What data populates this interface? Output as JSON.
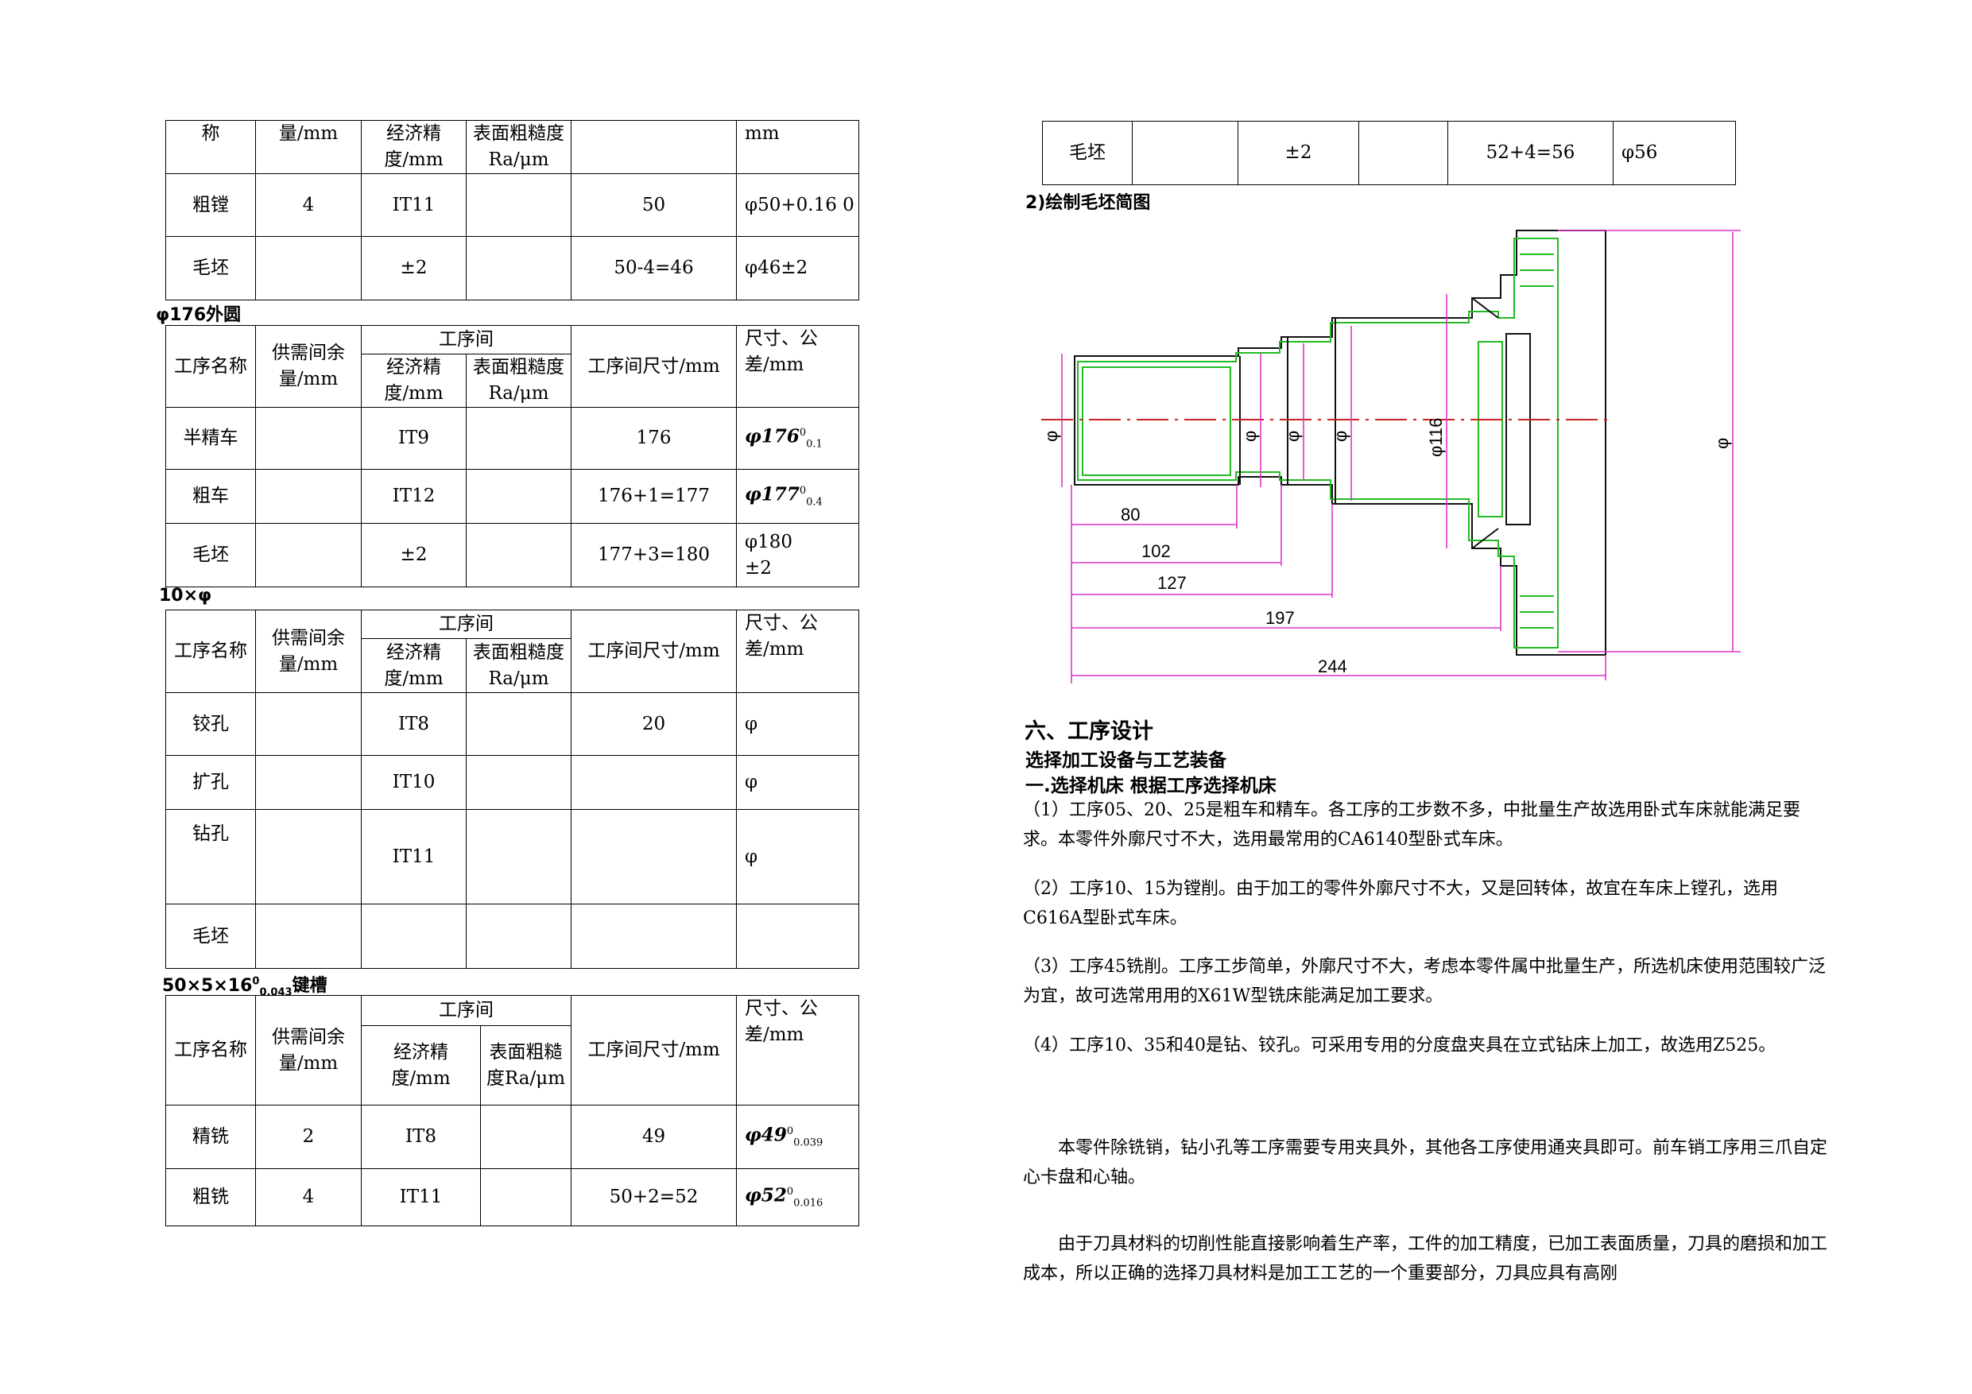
{
  "t1": {
    "header": [
      "称",
      "量/mm",
      "经济精度/mm",
      "表面粗糙度Ra/μm",
      "",
      "mm"
    ],
    "rows": [
      [
        "粗镗",
        "4",
        "IT11",
        "",
        "50",
        "φ50+0.16 0"
      ],
      [
        "毛坯",
        "",
        "±2",
        "",
        "50-4=46",
        "φ46±2"
      ]
    ]
  },
  "t2": {
    "title": "φ176外圆",
    "h_name": "工序名称",
    "h_allow": "供需间余量/mm",
    "h_group": "工序间",
    "h_prec": "经济精度/mm",
    "h_rough": "表面粗糙度Ra/μm",
    "h_size": "工序间尺寸/mm",
    "h_tol": "尺寸、公差/mm",
    "rows": [
      {
        "name": "半精车",
        "allow": "",
        "prec": "IT9",
        "rough": "",
        "size": "176",
        "tol_base": "φ176",
        "tol_sup": "0",
        "tol_sub": "0.1"
      },
      {
        "name": "粗车",
        "allow": "",
        "prec": "IT12",
        "rough": "",
        "size": "176+1=177",
        "tol_base": "φ177",
        "tol_sup": "0",
        "tol_sub": "0.4"
      }
    ],
    "last": {
      "name": "毛坯",
      "allow": "",
      "prec": "±2",
      "rough": "",
      "size": "177+3=180",
      "tol_l1": "φ180",
      "tol_l2": "±2"
    }
  },
  "t3": {
    "title": "10×φ",
    "h_name": "工序名称",
    "h_allow": "供需间余量/mm",
    "h_group": "工序间",
    "h_prec": "经济精度/mm",
    "h_rough": "表面粗糙度Ra/μm",
    "h_size": "工序间尺寸/mm",
    "h_tol": "尺寸、公差/mm",
    "rows": [
      [
        "铰孔",
        "",
        "IT8",
        "",
        "20",
        "φ"
      ],
      [
        "扩孔",
        "",
        "IT10",
        "",
        "",
        "φ"
      ],
      [
        "钻孔",
        "",
        "IT11",
        "",
        "",
        "φ"
      ],
      [
        "毛坯",
        "",
        "",
        "",
        "",
        ""
      ]
    ]
  },
  "t4": {
    "title_a": "50×5×16",
    "title_sup": "0",
    "title_sub": "0.043",
    "title_b": "键槽",
    "h_name": "工序名称",
    "h_allow": "供需间余量/mm",
    "h_group": "工序间",
    "h_prec": "经济精度/mm",
    "h_rough": "表面粗糙度Ra/μm",
    "h_size": "工序间尺寸/mm",
    "h_tol": "尺寸、公差/mm",
    "rows": [
      {
        "name": "精铣",
        "allow": "2",
        "prec": "IT8",
        "rough": "",
        "size": "49",
        "tol_base": "φ49",
        "tol_sup": "0",
        "tol_sub": "0.039"
      },
      {
        "name": "粗铣",
        "allow": "4",
        "prec": "IT11",
        "rough": "",
        "size": "50+2=52",
        "tol_base": "φ52",
        "tol_sup": "0",
        "tol_sub": "0.016"
      }
    ]
  },
  "t5": {
    "row": [
      "毛坯",
      "",
      "±2",
      "",
      "52+4=56",
      "φ56"
    ]
  },
  "drawing": {
    "caption": "2)绘制毛坯简图",
    "dims": [
      "80",
      "102",
      "127",
      "197",
      "244"
    ],
    "dia_labels": [
      "φ",
      "φ",
      "φ",
      "φ",
      "φ116",
      "φ"
    ]
  },
  "section": {
    "heading": "六、工序设计",
    "sub1": "选择加工设备与工艺装备",
    "sub2": "一.选择机床 根据工序选择机床",
    "paras": [
      "（1）工序05、20、25是粗车和精车。各工序的工步数不多，中批量生产故选用卧式车床就能满足要求。本零件外廓尺寸不大，选用最常用的CA6140型卧式车床。",
      "（2）工序10、15为镗削。由于加工的零件外廓尺寸不大，又是回转体，故宜在车床上镗孔，选用C616A型卧式车床。",
      "（3）工序45铣削。工序工步简单，外廓尺寸不大，考虑本零件属中批量生产，所选机床使用范围较广泛为宜，故可选常用用的X61W型铣床能满足加工要求。",
      "（4）工序10、35和40是钻、铰孔。可采用专用的分度盘夹具在立式钻床上加工，故选用Z525。",
      "本零件除铣销，钻小孔等工序需要专用夹具外，其他各工序使用通夹具即可。前车销工序用三爪自定心卡盘和心轴。",
      "由于刀具材料的切削性能直接影响着生产率，工件的加工精度，已加工表面质量，刀具的磨损和加工成本，所以正确的选择刀具材料是加工工艺的一个重要部分，刀具应具有高刚"
    ]
  }
}
